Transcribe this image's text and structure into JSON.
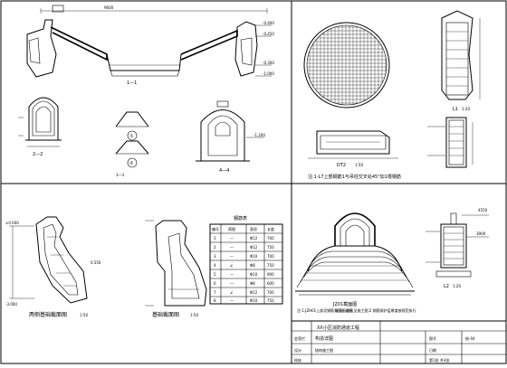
{
  "section_labels": {
    "q1_main_section": "1—1",
    "q1_sec_2": "2—2",
    "q1_sec_3": "3—3",
    "q1_sec_4": "4—4",
    "q1_circle_1": "①",
    "q1_circle_2": "②",
    "q2_detail_label": "DT2",
    "q2_detail_scale": "1:50",
    "q2_l1_label": "L1",
    "q2_l1_scale": "1:20",
    "q2_note": "注:1-L7上部钢筋1与吊柱交叉处45°加1根钢筋",
    "q3_left_title": "两侧基础截面图",
    "q3_left_scale": "1:50",
    "q3_mid_title": "基础截面图",
    "q3_mid_scale": "1:50",
    "q3_table_title": "钢筋表",
    "q4_profile_title": "JZ01截面图",
    "q4_profile_sub": "截面示意图",
    "q4_l2_label": "L2",
    "q4_l2_scale": "1:20"
  },
  "dimensions": {
    "d1": "4550",
    "d2": "3900",
    "d3": "-0.400",
    "d4": "-0.450",
    "d5": "-0.300",
    "d6": "-1.000",
    "d7": "-1.200",
    "d8": "±0.000",
    "d9": "9600",
    "d10": "0.550",
    "d11": "-3.000"
  },
  "table": {
    "headers": [
      "编号",
      "简图",
      "直径",
      "长度"
    ],
    "rows": [
      [
        "1",
        "—",
        "Φ12",
        "700"
      ],
      [
        "2",
        "—",
        "Φ12",
        "750"
      ],
      [
        "3",
        "—",
        "Φ10",
        "700"
      ],
      [
        "4",
        "∠",
        "Φ8",
        "750"
      ],
      [
        "5",
        "—",
        "Φ10",
        "900"
      ],
      [
        "6",
        "—",
        "Φ8",
        "600"
      ],
      [
        "7",
        "∠",
        "Φ12",
        "700"
      ],
      [
        "8",
        "—",
        "Φ10",
        "750"
      ]
    ]
  },
  "note_bottom": "注:1.JZH01上部设钢筋与吊柱连接,见施工图;2.钢筋保护层厚度按规范执行",
  "title_block": {
    "project": "XX小区消防通道工程",
    "drawing_name": "构造详图",
    "sub": "结构施工图",
    "left_cells": [
      "会签栏",
      "设计",
      "校核"
    ],
    "right_cells": [
      "图号",
      "结-04",
      "日期"
    ],
    "footer": "第1张 共3张"
  }
}
